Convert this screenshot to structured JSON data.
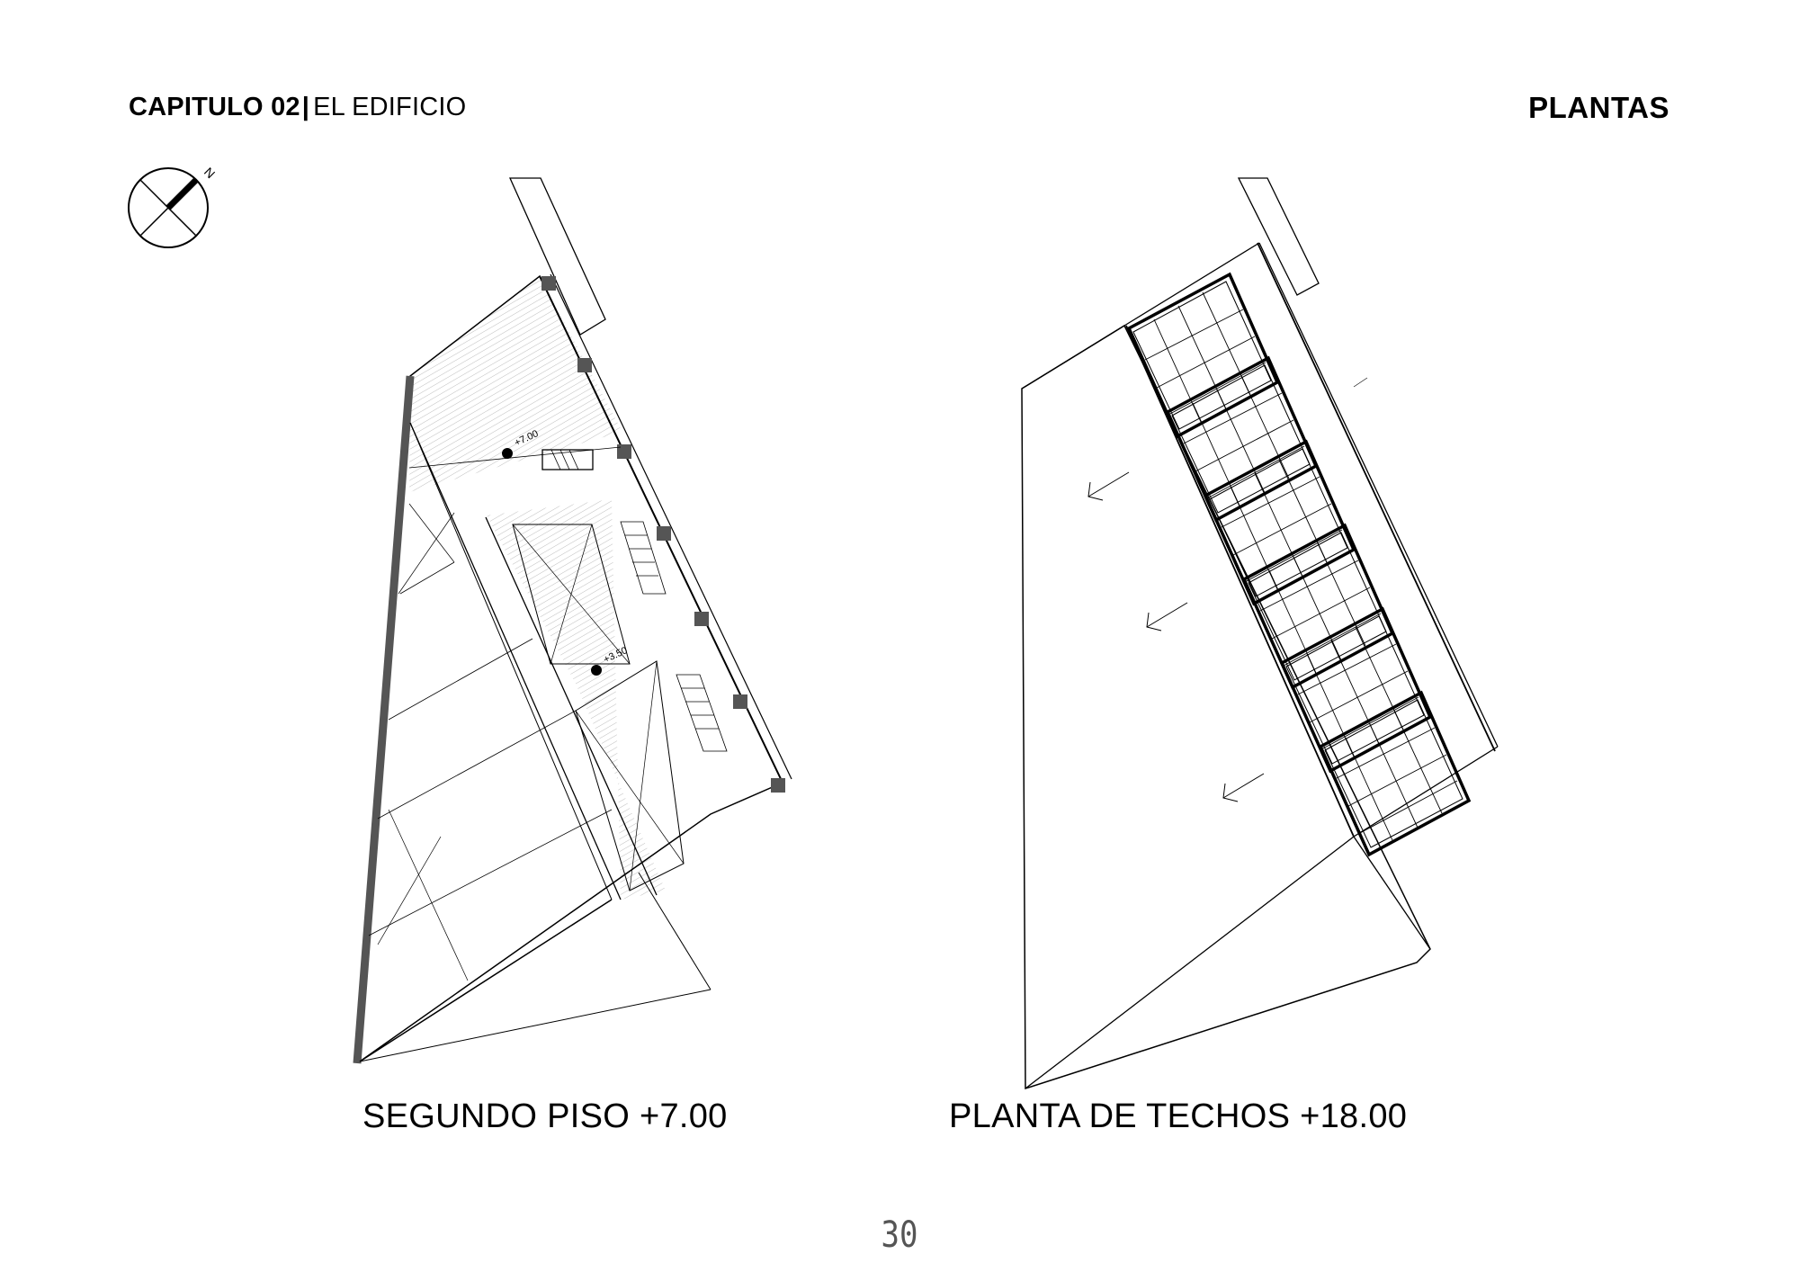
{
  "header": {
    "chapter": "CAPITULO 02",
    "separator": "|",
    "section": "EL EDIFICIO",
    "page_title": "PLANTAS"
  },
  "north_arrow": {
    "label": "N"
  },
  "plans": [
    {
      "caption": "SEGUNDO PISO +7.00",
      "level_marks": [
        "+7.00",
        "+3.50"
      ]
    },
    {
      "caption": "PLANTA DE TECHOS +18.00"
    }
  ],
  "page_number": "30"
}
